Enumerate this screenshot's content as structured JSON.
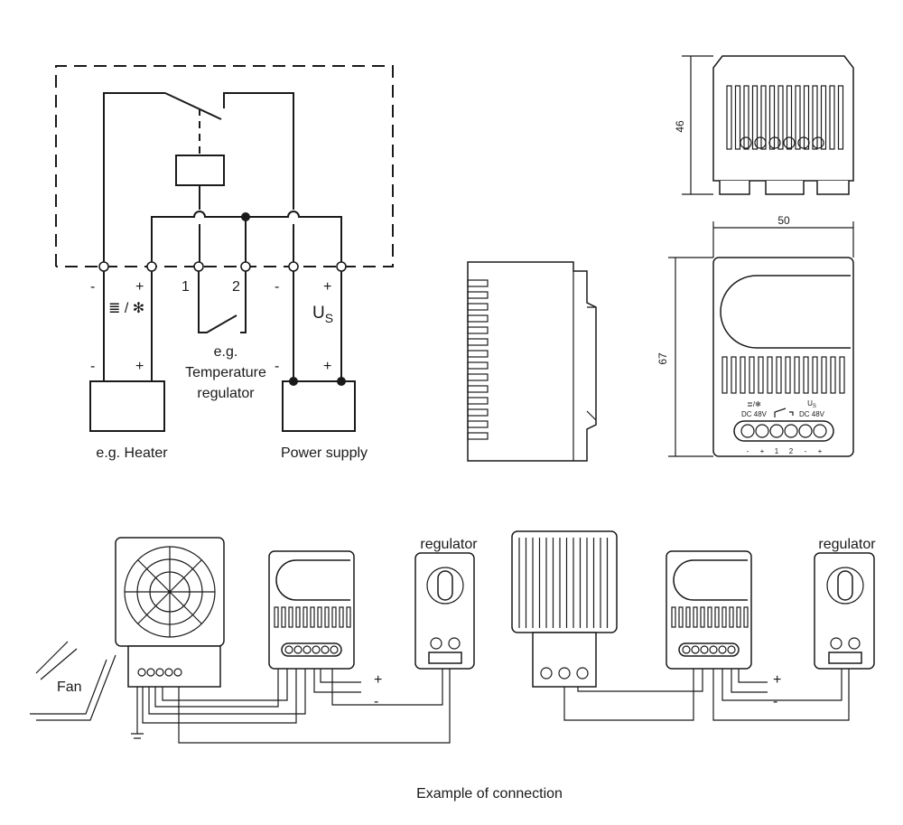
{
  "schematic": {
    "terminal_signs": [
      "-",
      "+",
      "1",
      "2",
      "-",
      "+"
    ],
    "heater_fan_symbol": "≣ / ✻",
    "supply_label": "U",
    "supply_subscript": "S",
    "lower_signs": [
      "-",
      "+",
      "-",
      "+"
    ],
    "regulator_label_1": "e.g.",
    "regulator_label_2": "Temperature",
    "regulator_label_3": "regulator",
    "heater_label": "e.g. Heater",
    "power_label": "Power supply"
  },
  "dimensions": {
    "height_top": "46",
    "width": "50",
    "height_front": "67"
  },
  "front_panel": {
    "left_symbol": "≣/✻",
    "left_voltage": "DC 48V",
    "right_symbol": "U",
    "right_subscript": "S",
    "right_voltage": "DC 48V",
    "terminal_signs": [
      "-",
      "+",
      "1",
      "2",
      "-",
      "+"
    ]
  },
  "connection": {
    "fan_label": "Fan",
    "regulator_label_left": "regulator",
    "regulator_label_right": "regulator",
    "plus": "+",
    "minus": "-",
    "caption": "Example of connection"
  },
  "colors": {
    "line": "#1a1a1a",
    "background": "#ffffff"
  }
}
